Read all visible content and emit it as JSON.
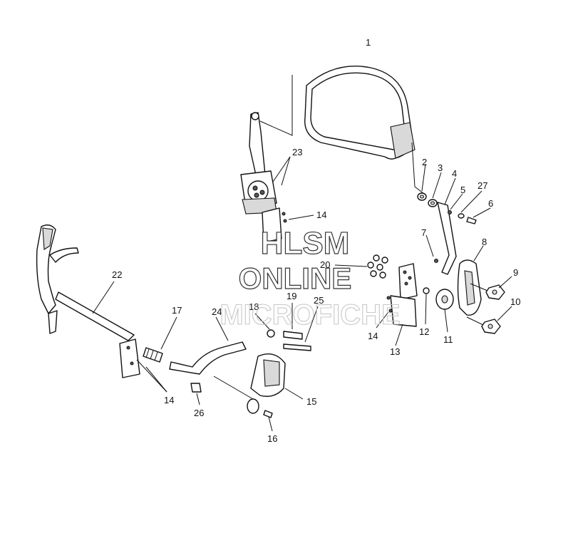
{
  "callouts": {
    "n1": "1",
    "n2": "2",
    "n3": "3",
    "n4": "4",
    "n5": "5",
    "n6": "6",
    "n7": "7",
    "n8": "8",
    "n9": "9",
    "n10": "10",
    "n11": "11",
    "n12": "12",
    "n13": "13",
    "n14": "14",
    "n15": "15",
    "n16": "16",
    "n17": "17",
    "n18": "18",
    "n19": "19",
    "n20": "20",
    "n22": "22",
    "n23": "23",
    "n24": "24",
    "n25": "25",
    "n26": "26",
    "n27": "27"
  },
  "watermark": {
    "line1": "HLSM",
    "line2": "ONLINE",
    "line3": "MICROFICHE"
  }
}
